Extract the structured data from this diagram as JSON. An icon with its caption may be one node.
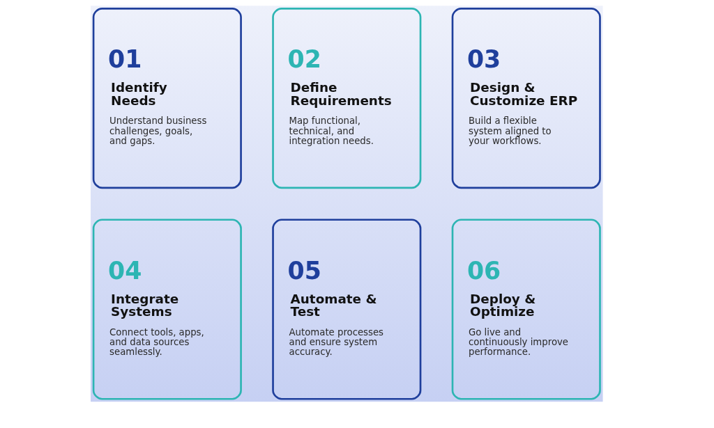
{
  "diagram": {
    "nodes": [
      {
        "text": [
          "01",
          "Identify Needs",
          "Understand business challenges, goals, and gaps."
        ]
      },
      {
        "text": [
          "02",
          "Define Requirements",
          "Map functional, technical, and integration needs."
        ]
      },
      {
        "text": [
          "03",
          "Design & Customize ERP",
          "Build a flexible system aligned to your workflows."
        ]
      },
      {
        "text": [
          "04",
          "Integrate Systems",
          "Connect tools, apps, and data sources seamlessly."
        ]
      },
      {
        "text": [
          "05",
          "Automate & Test",
          "Automate processes and ensure system accuracy."
        ]
      },
      {
        "text": [
          "06",
          "Deploy & Optimize",
          "Go live and continuously improve performance."
        ]
      }
    ]
  }
}
